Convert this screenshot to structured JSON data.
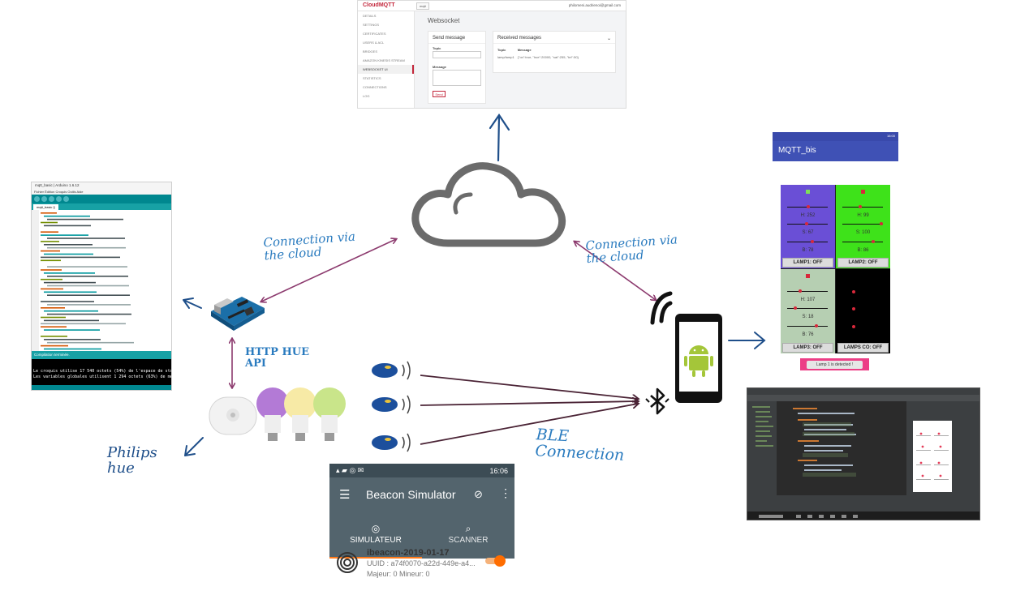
{
  "colors": {
    "arrow_magenta": "#8c3a6e",
    "arrow_blue": "#1f4f8a",
    "label_blue": "#2a7bbf",
    "cloudmqtt_red": "#c3263b",
    "arduino_teal": "#00878f",
    "mqttbis_indigo": "#3f51b5",
    "beacon_slate": "#53646d",
    "beacon_orange": "#ff6d00",
    "android_green": "#a4c639"
  },
  "labels": {
    "connection_left": "Connection via the cloud",
    "connection_right": "Connection via the cloud",
    "http_api": "HTTP HUE API",
    "philips": "Philips hue",
    "ble": "BLE Connection"
  },
  "cloudmqtt": {
    "logo": "CloudMQTT",
    "instance": "mqtt",
    "user": "philomeni.audrienoi@gmail.com",
    "menu": [
      "DETAILS",
      "SETTINGS",
      "CERTIFICATES",
      "USERS & ACL",
      "BRIDGES",
      "AMAZON KINESIS STREAM",
      "WEBSOCKET UI",
      "STATISTICS",
      "CONNECTIONS",
      "LOG"
    ],
    "page_title": "Websocket",
    "send_title": "Send message",
    "topic_label": "Topic",
    "message_label": "Message",
    "send_button": "Send",
    "received_title": "Received messages",
    "col_topic": "Topic",
    "col_message": "Message",
    "row_topic": "lamp/lamp1",
    "row_message": "{\"on\":true, \"hue\":20000, \"sat\":255, \"bri\":50}"
  },
  "arduino": {
    "title": "mqtt_basic | Arduino 1.6.12",
    "menu": "Fichier  Édition  Croquis  Outils  Aide",
    "tab": "mqtt_basic §",
    "status": "Compilation terminée.",
    "console_1": "Le croquis utilise 17 540 octets (54%) de l'espace de stock",
    "console_2": "Les variables globales utilisent 1 294 octets (63%) de mémo"
  },
  "mqttbis": {
    "title": "MQTT_bis",
    "time": "16:00",
    "lamps": [
      {
        "h": "H: 252",
        "s": "S: 67",
        "b": "B: 78",
        "button": "LAMP1: OFF",
        "bg": "#6a4fd6"
      },
      {
        "h": "H: 99",
        "s": "S: 100",
        "b": "B: 86",
        "button": "LAMP2: OFF",
        "bg": "#3ee21a"
      },
      {
        "h": "H: 107",
        "s": "S: 18",
        "b": "B: 76",
        "button": "LAMP3: OFF",
        "bg": "#b6cfb2"
      },
      {
        "button": "LAMPS CO: OFF",
        "bg": "#000000"
      }
    ],
    "toast": "Lamp 1 is detected !"
  },
  "beacon": {
    "time": "16:06",
    "title": "Beacon Simulator",
    "tab_sim": "SIMULATEUR",
    "tab_scan": "SCANNER",
    "item_name": "ibeacon-2019-01-17",
    "item_uuid": "UUID : a74f0070-a22d-449e-a4...",
    "item_major": "Majeur: 0 Mineur: 0",
    "toggle_on": true
  },
  "icons": [
    "cloud-icon",
    "arduino-board-icon",
    "hue-bridge-icon",
    "hue-bulb-icon",
    "ble-beacon-icon",
    "android-phone-icon",
    "wifi-signal-icon",
    "bluetooth-icon",
    "menu-icon",
    "search-icon"
  ]
}
